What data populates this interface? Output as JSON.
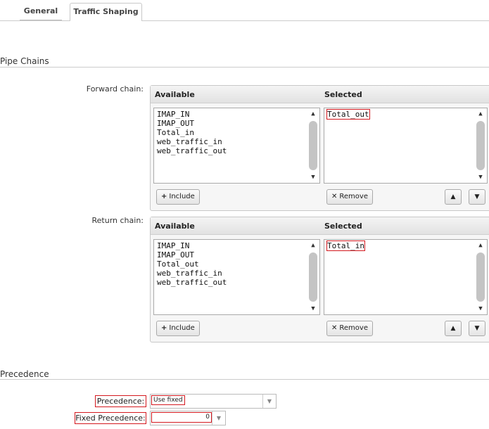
{
  "tabs": [
    {
      "label": "General"
    },
    {
      "label": "Traffic Shaping"
    }
  ],
  "pipe_chains": {
    "title": "Pipe Chains",
    "forward": {
      "label": "Forward chain:",
      "available_title": "Available",
      "selected_title": "Selected",
      "available": [
        "IMAP_IN",
        "IMAP_OUT",
        "Total_in",
        "web_traffic_in",
        "web_traffic_out"
      ],
      "selected": [
        "Total_out"
      ],
      "include_label": "Include",
      "remove_label": "Remove"
    },
    "return": {
      "label": "Return chain:",
      "available_title": "Available",
      "selected_title": "Selected",
      "available": [
        "IMAP_IN",
        "IMAP_OUT",
        "Total_out",
        "web_traffic_in",
        "web_traffic_out"
      ],
      "selected": [
        "Total_in"
      ],
      "include_label": "Include",
      "remove_label": "Remove"
    }
  },
  "precedence": {
    "title": "Precedence",
    "precedence_label": "Precedence:",
    "precedence_value": "Use fixed",
    "fixed_label": "Fixed Precedence:",
    "fixed_value": "0"
  },
  "colors": {
    "highlight": "#d4191f"
  }
}
